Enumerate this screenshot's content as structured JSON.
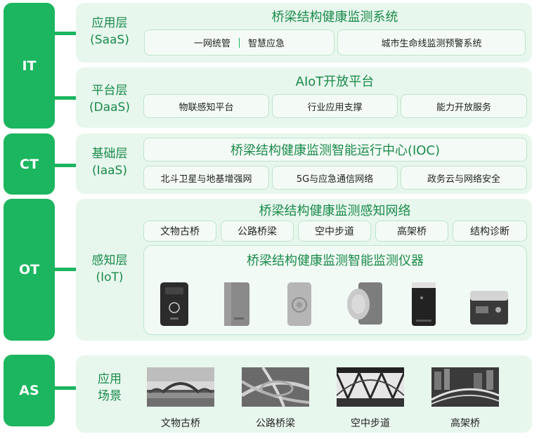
{
  "sides": [
    "IT",
    "CT",
    "OT",
    "AS"
  ],
  "layers": {
    "saas": {
      "label_line1": "应用层",
      "label_line2": "(SaaS)",
      "title": "桥梁结构健康监测系统",
      "items": [
        "一网统管",
        "智慧应急",
        "城市生命线监测预警系统"
      ]
    },
    "daas": {
      "label_line1": "平台层",
      "label_line2": "(DaaS)",
      "title": "AIoT开放平台",
      "items": [
        "物联感知平台",
        "行业应用支撑",
        "能力开放服务"
      ]
    },
    "iaas": {
      "label_line1": "基础层",
      "label_line2": "(IaaS)",
      "title": "桥梁结构健康监测智能运行中心(IOC)",
      "items": [
        "北斗卫星与地基增强网",
        "5G与应急通信网络",
        "政务云与网络安全"
      ]
    },
    "iot": {
      "label_line1": "感知层",
      "label_line2": "(IoT)",
      "title": "桥梁结构健康监测感知网络",
      "items": [
        "文物古桥",
        "公路桥梁",
        "空中步道",
        "高架桥",
        "结构诊断"
      ],
      "device_title": "桥梁结构健康监测智能监测仪器"
    },
    "as": {
      "label_line1": "应用",
      "label_line2": "场景",
      "scenes": [
        "文物古桥",
        "公路桥梁",
        "空中步道",
        "高架桥"
      ]
    }
  },
  "colors": {
    "accent": "#1bb65f",
    "title": "#1a8a4a",
    "panel": "#e8f7ee"
  }
}
